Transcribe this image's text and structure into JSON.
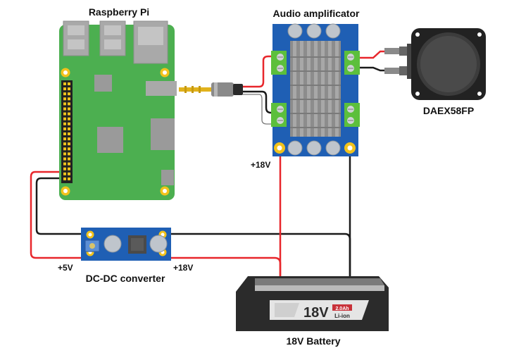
{
  "labels": {
    "raspberry_pi": "Raspberry Pi",
    "audio_amplifier": "Audio amplificator",
    "speaker": "DAEX58FP",
    "plus_18v_amp": "+18V",
    "plus_5v": "+5V",
    "dc_dc_converter": "DC-DC converter",
    "plus_18v_conv": "+18V",
    "battery_caption": "18V Battery"
  },
  "battery": {
    "voltage": "18V",
    "capacity": "2.0Ah",
    "chemistry": "Li-ion"
  },
  "colors": {
    "pcb_green": "#4caf50",
    "pcb_blue": "#1f5fb4",
    "wire_red": "#e8262b",
    "wire_black": "#1a1a1a",
    "heatsink": "#8c8c8c",
    "terminal_green": "#5cbf3c",
    "battery_body": "#2b2b2b",
    "gold": "#f2c21b"
  }
}
